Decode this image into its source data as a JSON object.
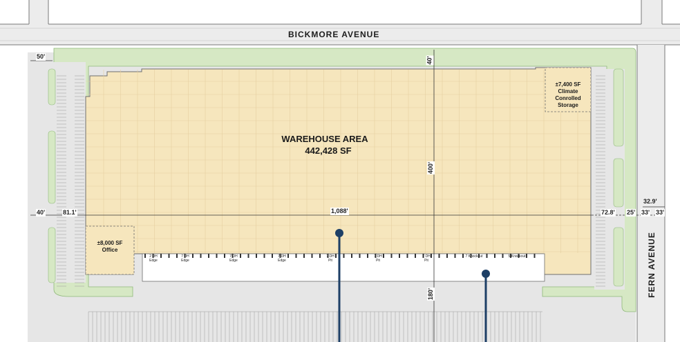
{
  "streets": {
    "north": "BICKMORE AVENUE",
    "east": "FERN AVENUE"
  },
  "areas": {
    "warehouse_title": "WAREHOUSE AREA",
    "warehouse_sf": "442,428 SF",
    "office_sf": "±8,000 SF",
    "office_label": "Office",
    "storage_sf": "±7,400 SF",
    "storage_line1": "Climate",
    "storage_line2": "Conrolled",
    "storage_line3": "Storage"
  },
  "dimensions": {
    "top_setback": "50'",
    "north_depth": "40'",
    "building_depth": "400'",
    "building_length": "1,088'",
    "west_40": "40'",
    "west_81": "81.1'",
    "east_72": "72.8'",
    "east_25": "25'",
    "east_33a": "33'",
    "east_33b": "33'",
    "east_329": "32.9'",
    "truck_court": "180'"
  },
  "dock_doors": [
    {
      "count": "2 DH",
      "type": "Edge"
    },
    {
      "count": "7 DH",
      "type": "Edge"
    },
    {
      "count": "7 DH",
      "type": "Edge"
    },
    {
      "count": "7 DH",
      "type": "Edge"
    },
    {
      "count": "7 DH",
      "type": "Pit"
    },
    {
      "count": "7 DH",
      "type": "Pit"
    },
    {
      "count": "7 DH",
      "type": "Pit"
    },
    {
      "count": "7 Knockout",
      "type": ""
    },
    {
      "count": "5 Knockout",
      "type": ""
    }
  ],
  "colors": {
    "warehouse_fill": "#f6e6bd",
    "landscape_fill": "#d6e8c4",
    "paving_fill": "#e6e6e6",
    "marker_color": "#1d3f66"
  }
}
